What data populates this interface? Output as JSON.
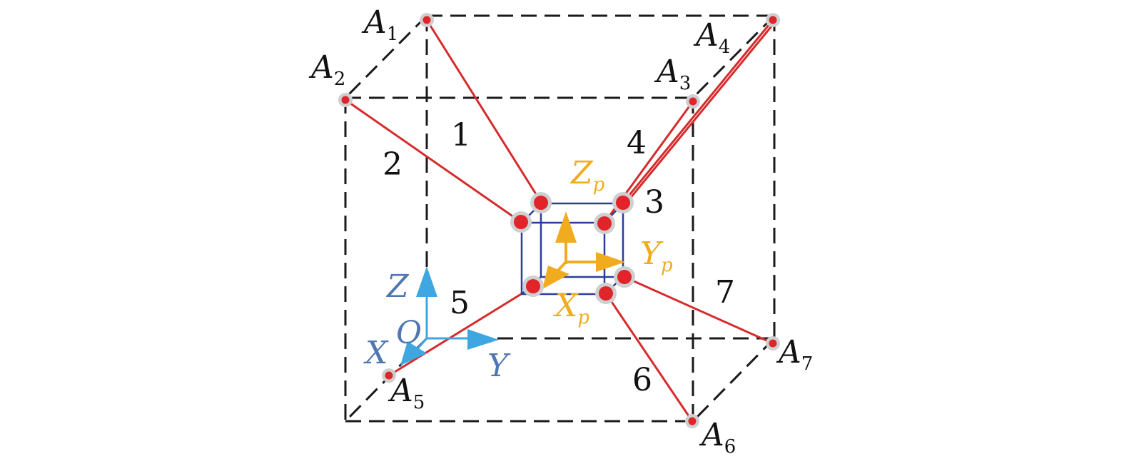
{
  "colors": {
    "frame": "#1a1a1a",
    "cable": "#d62b2b",
    "joint_fill": "#e0242a",
    "joint_ring": "#cfcfcf",
    "platform": "#2b3f9a",
    "platform_axes": "#f0ac1e",
    "base_axes": "#3ea6e0",
    "base_axis_label": "#4f78b0",
    "text": "#111111"
  },
  "anchors": [
    {
      "letter": "A",
      "index": "1"
    },
    {
      "letter": "A",
      "index": "2"
    },
    {
      "letter": "A",
      "index": "3"
    },
    {
      "letter": "A",
      "index": "4"
    },
    {
      "letter": "A",
      "index": "5"
    },
    {
      "letter": "A",
      "index": "6"
    },
    {
      "letter": "A",
      "index": "7"
    }
  ],
  "cable_numbers": [
    "1",
    "2",
    "3",
    "4",
    "5",
    "6",
    "7"
  ],
  "base_frame": {
    "origin": "O",
    "x": "X",
    "y": "Y",
    "z": "Z"
  },
  "platform_frame": {
    "x": "X",
    "x_sub": "p",
    "y": "Y",
    "y_sub": "p",
    "z": "Z",
    "z_sub": "p"
  }
}
